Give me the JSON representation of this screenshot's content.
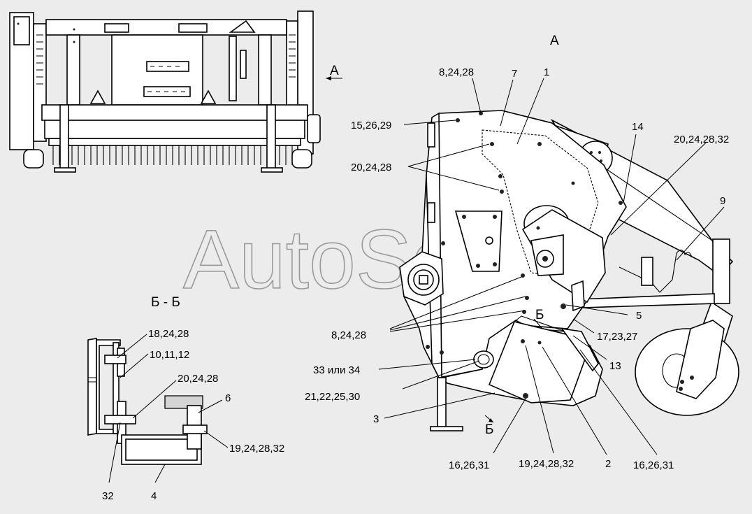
{
  "views": {
    "view_a_ref": "А",
    "view_a_title": "А",
    "section_title": "Б - Б",
    "section_mark_1": "Б",
    "section_mark_2": "Б"
  },
  "watermark": "AutoSoft",
  "callouts": {
    "c_8_24_28_top": "8,24,28",
    "c_7": "7",
    "c_1": "1",
    "c_15_26_29": "15,26,29",
    "c_20_24_28_left": "20,24,28",
    "c_14": "14",
    "c_20_24_28_32": "20,24,28,32",
    "c_9": "9",
    "c_5": "5",
    "c_17_23_27": "17,23,27",
    "c_8_24_28_mid": "8,24,28",
    "c_13": "13",
    "c_33_34": "33 или 34",
    "c_21_22_25_30": "21,22,25,30",
    "c_3": "3",
    "c_16_26_31_left": "16,26,31",
    "c_19_24_28_32_bottom": "19,24,28,32",
    "c_2": "2",
    "c_16_26_31_right": "16,26,31"
  },
  "section_callouts": {
    "s_18_24_28": "18,24,28",
    "s_10_11_12": "10,11,12",
    "s_20_24_28": "20,24,28",
    "s_6": "6",
    "s_19_24_28_32": "19,24,28,32",
    "s_32": "32",
    "s_4": "4"
  }
}
